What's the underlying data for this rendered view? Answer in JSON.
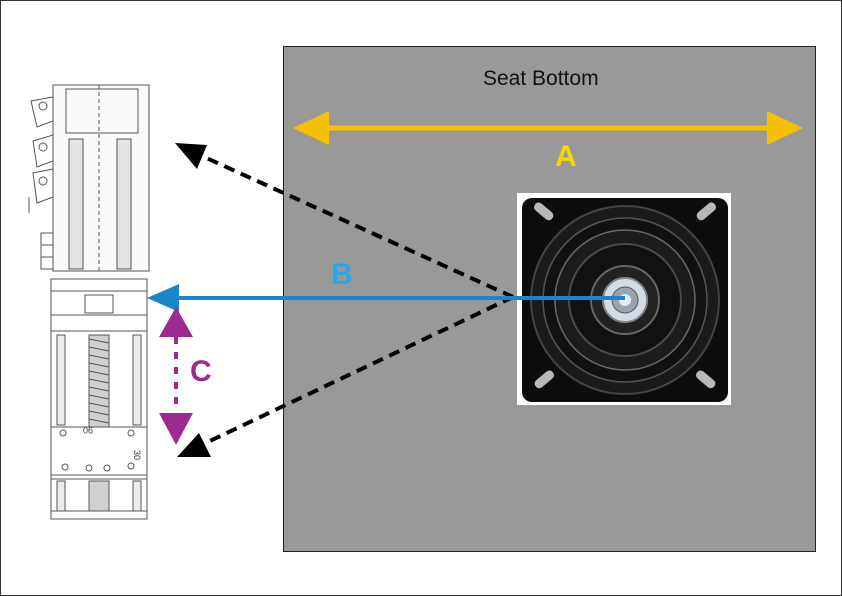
{
  "diagram": {
    "seat_label": "Seat Bottom",
    "label_a": "A",
    "label_b": "B",
    "label_c": "C"
  },
  "drawing_annotations": {
    "dim_90": "90",
    "dim_30": "30"
  },
  "colors": {
    "seat_fill": "#999999",
    "arrow_a": "#f5c000",
    "arrow_b": "#1a86c8",
    "arrow_c": "#9b2b8e",
    "dashed_arrows": "#000000",
    "swivel_plate": "#0d0d0d"
  }
}
